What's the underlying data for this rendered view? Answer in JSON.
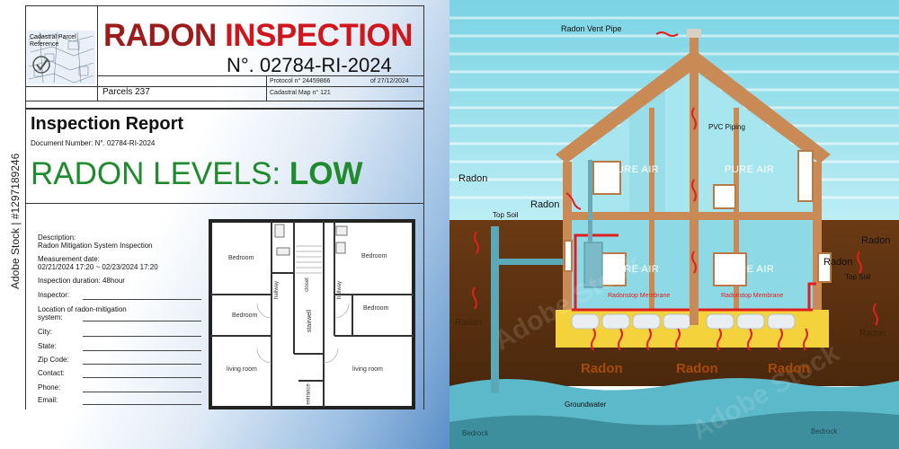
{
  "document": {
    "cadastral_label": "Cadastral Parcel Reference",
    "title": "RADON INSPECTION",
    "number": "N°. 02784-RI-2024",
    "parcels": "Parcels 237",
    "protocol": "Protocol n° 24459866",
    "protocol_date": "of 27/12/2024",
    "cadastral_map": "Cadastral Map n° 121",
    "report_title": "Inspection Report",
    "document_number": "Document Number: N°. 02784-RI-2024",
    "levels_label": "RADON LEVELS:",
    "levels_value": "LOW",
    "description_label": "Description:",
    "description_value": "Radon Mitigation System Inspection",
    "measurement_label": "Measurement date:",
    "measurement_value": "02/21/2024 17:20 ~ 02/23/2024 17:20",
    "duration": "Inspection duration: 48hour",
    "fields": [
      "Inspector:",
      "Location of radon-mitigation system:",
      "City:",
      "State:",
      "Zip Code:",
      "Contact:",
      "Phone:",
      "Email:"
    ]
  },
  "floorplan": {
    "rooms": [
      "Bedroom",
      "Bedroom",
      "Bedroom",
      "Bedroom",
      "living room",
      "living room",
      "stairwell",
      "closet",
      "hallway",
      "hallway",
      "entrance"
    ]
  },
  "watermark": {
    "side_text": "Adobe Stock | #1297189246",
    "repeat_text": "Adobe Stock"
  },
  "diagram": {
    "vent_pipe": "Radon Vent Pipe",
    "pvc_piping": "PVC Piping",
    "pure_air": "PURE AIR",
    "membrane": "Radonstop Membrane",
    "radon": "Radon",
    "top_soil": "Top Soil",
    "groundwater": "Groundwater",
    "bedrock": "Bedrock"
  },
  "colors": {
    "title_dark_red": "#9e1b1b",
    "title_red": "#d0161d",
    "levels_green": "#1f8a2e",
    "sky": "#7fd2e0",
    "soil": "#5a3112",
    "water": "#5cb9c9",
    "roof": "#c98a55",
    "radon_text": "#a74a05"
  }
}
